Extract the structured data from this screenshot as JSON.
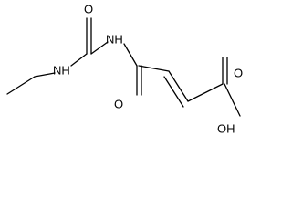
{
  "molecule": {
    "atoms": {
      "carbonyl_oxygen_top": "O",
      "nh_left": "NH",
      "nh_right": "NH",
      "carbonyl_oxygen_bottom": "O",
      "carboxyl_oxygen": "O",
      "hydroxyl": "OH"
    }
  }
}
